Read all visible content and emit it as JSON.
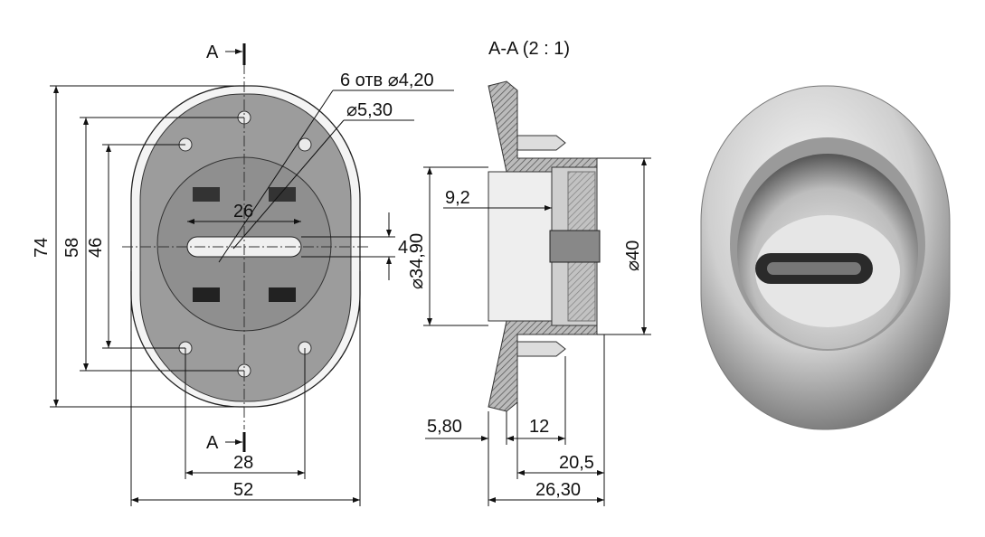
{
  "front_view": {
    "section_marker_top": "A",
    "section_marker_bottom": "A",
    "dims": {
      "height_74": "74",
      "height_58": "58",
      "height_46": "46",
      "slot_width_26": "26",
      "slot_height_4": "4",
      "holes_spacing_28": "28",
      "width_52": "52",
      "holes_note": "6 отв ⌀4,20",
      "diameter_note": "⌀5,30"
    }
  },
  "section_view": {
    "title": "A-A  (2 : 1)",
    "dims": {
      "depth_9_2": "9,2",
      "inner_diameter": "⌀34,90",
      "outer_diameter": "⌀40",
      "flange_5_80": "5,80",
      "len_12": "12",
      "len_20_5": "20,5",
      "total_26_30": "26,30"
    }
  },
  "colors": {
    "plate": "#9a9a9a",
    "line": "#111111",
    "hatch": "#555555"
  }
}
